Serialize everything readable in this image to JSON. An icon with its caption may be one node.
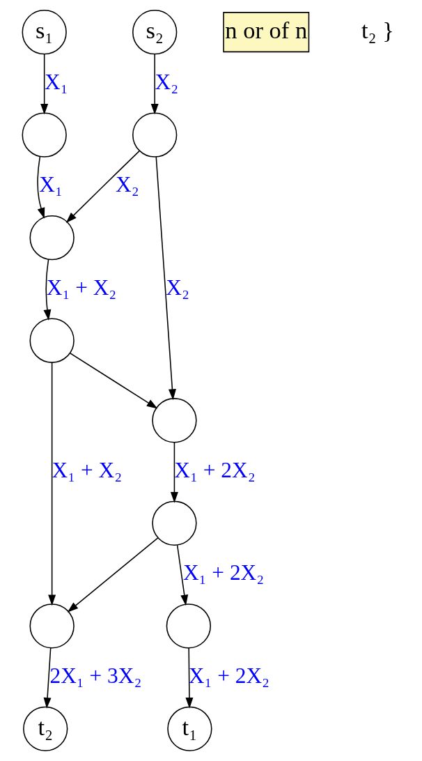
{
  "diagram": {
    "nodes": [
      {
        "text": [
          "s₁"
        ]
      },
      {
        "text": [
          "s₂"
        ]
      },
      {
        "text": [],
        "shape": "circle"
      },
      {
        "text": [],
        "shape": "circle"
      },
      {
        "text": [],
        "shape": "circle"
      },
      {
        "text": [],
        "shape": "circle"
      },
      {
        "text": [],
        "shape": "circle"
      },
      {
        "text": [],
        "shape": "circle"
      },
      {
        "text": [],
        "shape": "circle"
      },
      {
        "text": [],
        "shape": "circle"
      },
      {
        "text": [
          "t₂"
        ]
      },
      {
        "text": [
          "t₁"
        ]
      },
      {
        "text": [
          "n or of n"
        ]
      }
    ],
    "edges": [
      {
        "from": 0,
        "to": 2,
        "arrow": "to",
        "label": "X₁"
      },
      {
        "from": 1,
        "to": 3,
        "arrow": "to",
        "label": "X₂"
      },
      {
        "from": 2,
        "to": 4,
        "arrow": "to",
        "label": "X₁"
      },
      {
        "from": 3,
        "to": 4,
        "arrow": "to",
        "label": "X₂"
      },
      {
        "from": 4,
        "to": 5,
        "arrow": "to",
        "label": "X₁ + X₂"
      },
      {
        "from": 3,
        "to": 6,
        "arrow": "to",
        "label": "X₂"
      },
      {
        "from": 5,
        "to": 6,
        "arrow": "to"
      },
      {
        "from": 5,
        "to": 8,
        "arrow": "to",
        "label": "X₁ + X₂"
      },
      {
        "from": 6,
        "to": 7,
        "arrow": "to",
        "label": "X₁ + 2X₂"
      },
      {
        "from": 7,
        "to": 8,
        "arrow": "to"
      },
      {
        "from": 7,
        "to": 9,
        "arrow": "to",
        "label": "X₁ + 2X₂"
      },
      {
        "from": 8,
        "to": 10,
        "arrow": "to",
        "label": "2X₁ + 3X₂"
      },
      {
        "from": 9,
        "to": 11,
        "arrow": "to",
        "label": "X₁ + 2X₂"
      }
    ],
    "labels": [
      "t₂ }"
    ]
  }
}
